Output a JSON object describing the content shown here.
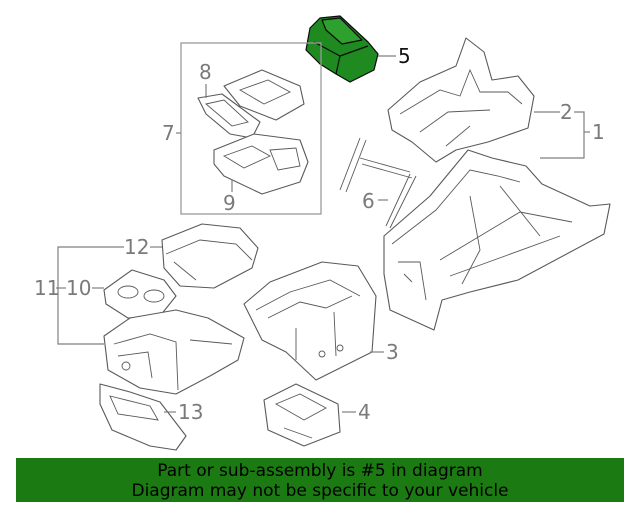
{
  "colors": {
    "highlight": "#1f8a1f",
    "banner_bg": "#1b7a12",
    "banner_text": "#000000",
    "line": "#7f7f7f"
  },
  "callouts": {
    "c1": "1",
    "c2": "2",
    "c3": "3",
    "c4": "4",
    "c5": "5",
    "c6": "6",
    "c7": "7",
    "c8": "8",
    "c9": "9",
    "c10": "10",
    "c11": "11",
    "c12": "12",
    "c13": "13"
  },
  "banner": {
    "line1": "Part or sub-assembly is #5 in diagram",
    "line2": "Diagram may not be specific to your vehicle"
  }
}
